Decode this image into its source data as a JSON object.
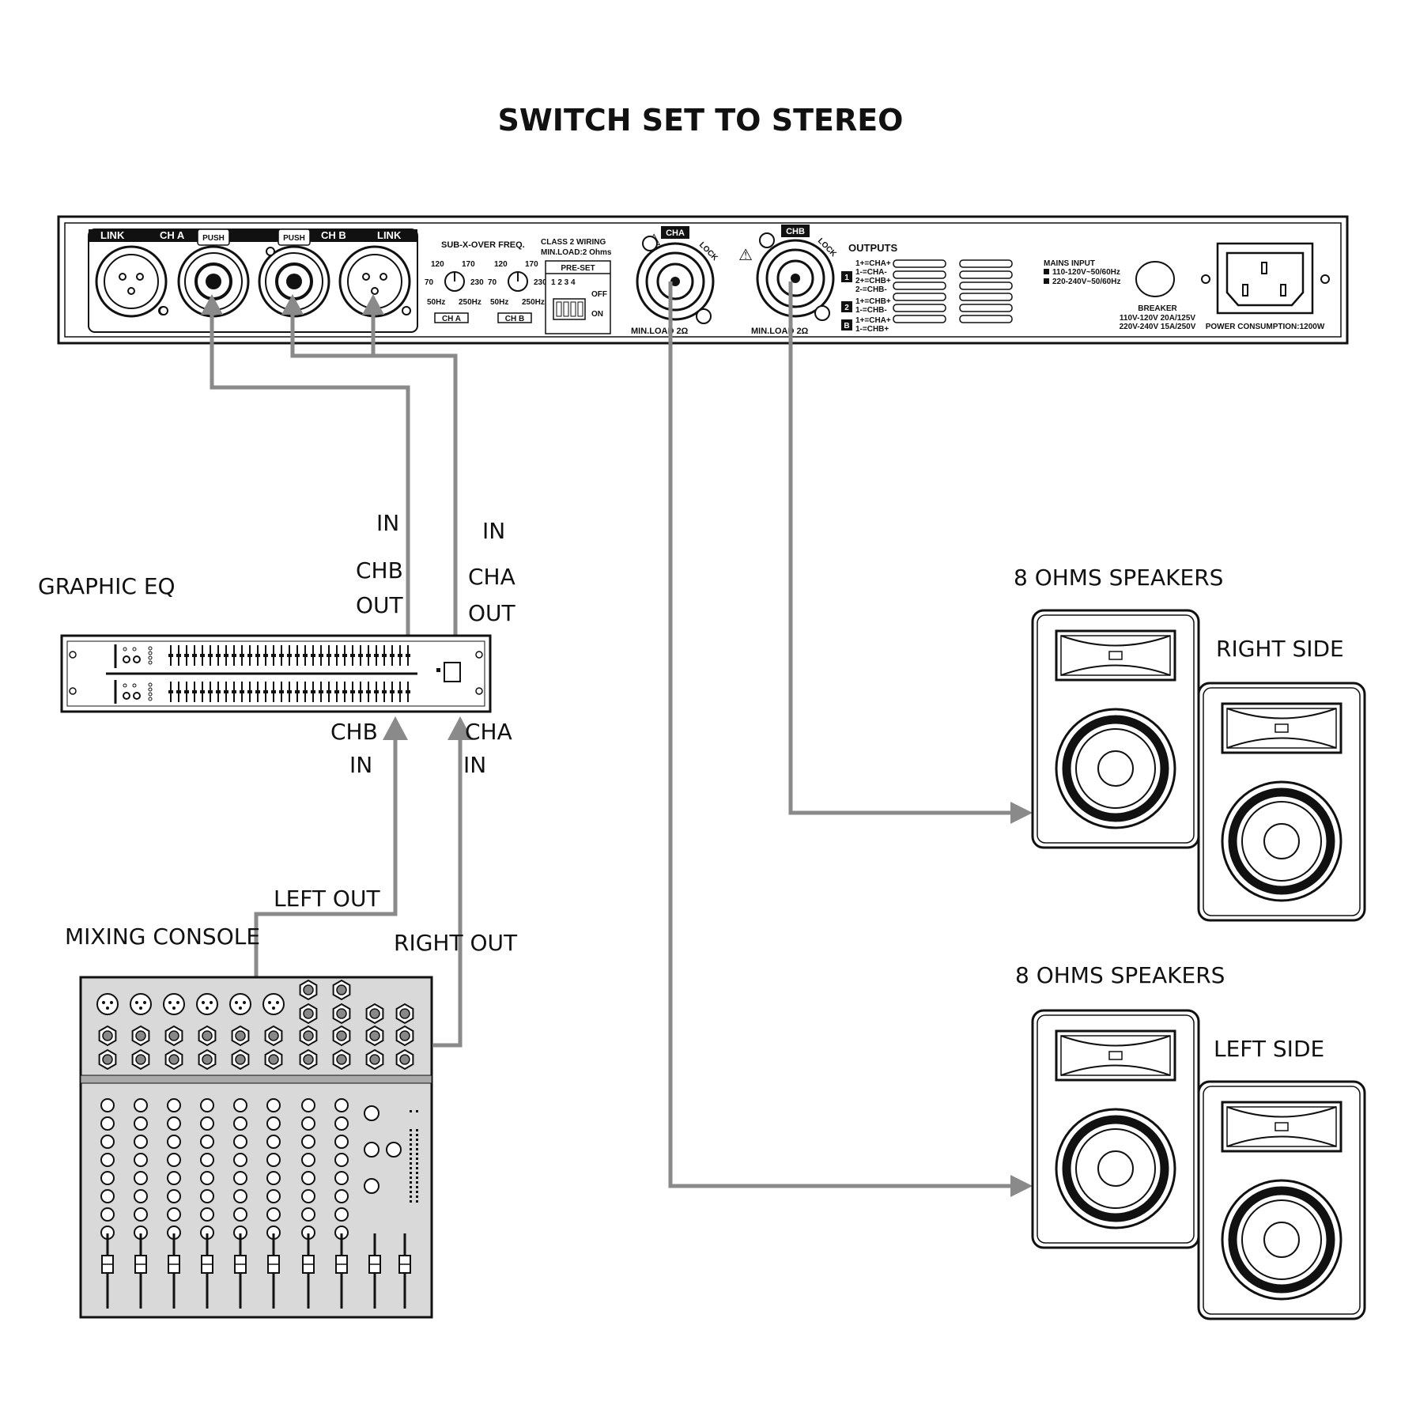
{
  "title": "SWITCH SET TO STEREO",
  "amplifier": {
    "link_left": "LINK",
    "cha_label": "CH A",
    "push_a": "PUSH",
    "push_b": "PUSH",
    "chb_label": "CH B",
    "link_right": "LINK",
    "sub_xover": "SUB-X-OVER FREQ.",
    "knob_top_left": "120",
    "knob_top_right": "170",
    "knob_left": "70",
    "knob_right": "230",
    "knob_bottom_left": "50Hz",
    "knob_bottom_right": "250Hz",
    "knob_a_tag": "CH A",
    "knob_b_tag": "CH B",
    "class2_line1": "CLASS 2 WIRING",
    "class2_line2": "MIN.LOAD:2 Ohms",
    "preset": "PRE-SET",
    "dip_numbers": "1  2  3  4",
    "dip_off": "OFF",
    "dip_on": "ON",
    "speakon_a_tag": "CHA",
    "speakon_b_tag": "CHB",
    "lock": "LOCK",
    "min_load_a": "MIN.LOAD 2Ω",
    "min_load_b": "MIN.LOAD 2Ω",
    "outputs": "OUTPUTS",
    "outputs_rows": [
      "1+=CHA+",
      "1-=CHA-",
      "2+=CHB+",
      "2-=CHB-",
      "1+=CHB+",
      "1-=CHB-",
      "1+=CHA+",
      "1-=CHB+"
    ],
    "outputs_badges": [
      "1",
      "2",
      "B"
    ],
    "mains_input": "MAINS INPUT",
    "mains_1": "110-120V~50/60Hz",
    "mains_2": "220-240V~50/60Hz",
    "breaker": "BREAKER",
    "breaker_1": "110V-120V 20A/125V",
    "breaker_2": "220V-240V 15A/250V",
    "power": "POWER CONSUMPTION:1200W"
  },
  "labels": {
    "graphic_eq": "GRAPHIC EQ",
    "eq_out_chb_in": "IN",
    "eq_out_chb_ch": "CHB",
    "eq_out_chb_out": "OUT",
    "eq_out_cha_in": "IN",
    "eq_out_cha_ch": "CHA",
    "eq_out_cha_out": "OUT",
    "eq_in_chb_ch": "CHB",
    "eq_in_chb_in": "IN",
    "eq_in_cha_ch": "CHA",
    "eq_in_cha_in": "IN",
    "left_out": "LEFT OUT",
    "right_out": "RIGHT OUT",
    "mixing_console": "MIXING CONSOLE",
    "speakers_top": "8 OHMS SPEAKERS",
    "right_side": "RIGHT SIDE",
    "speakers_bottom": "8 OHMS SPEAKERS",
    "left_side": "LEFT SIDE"
  },
  "colors": {
    "wire": "#8a8a8a",
    "console_fill": "#d9d9d9",
    "ink": "#111111"
  }
}
